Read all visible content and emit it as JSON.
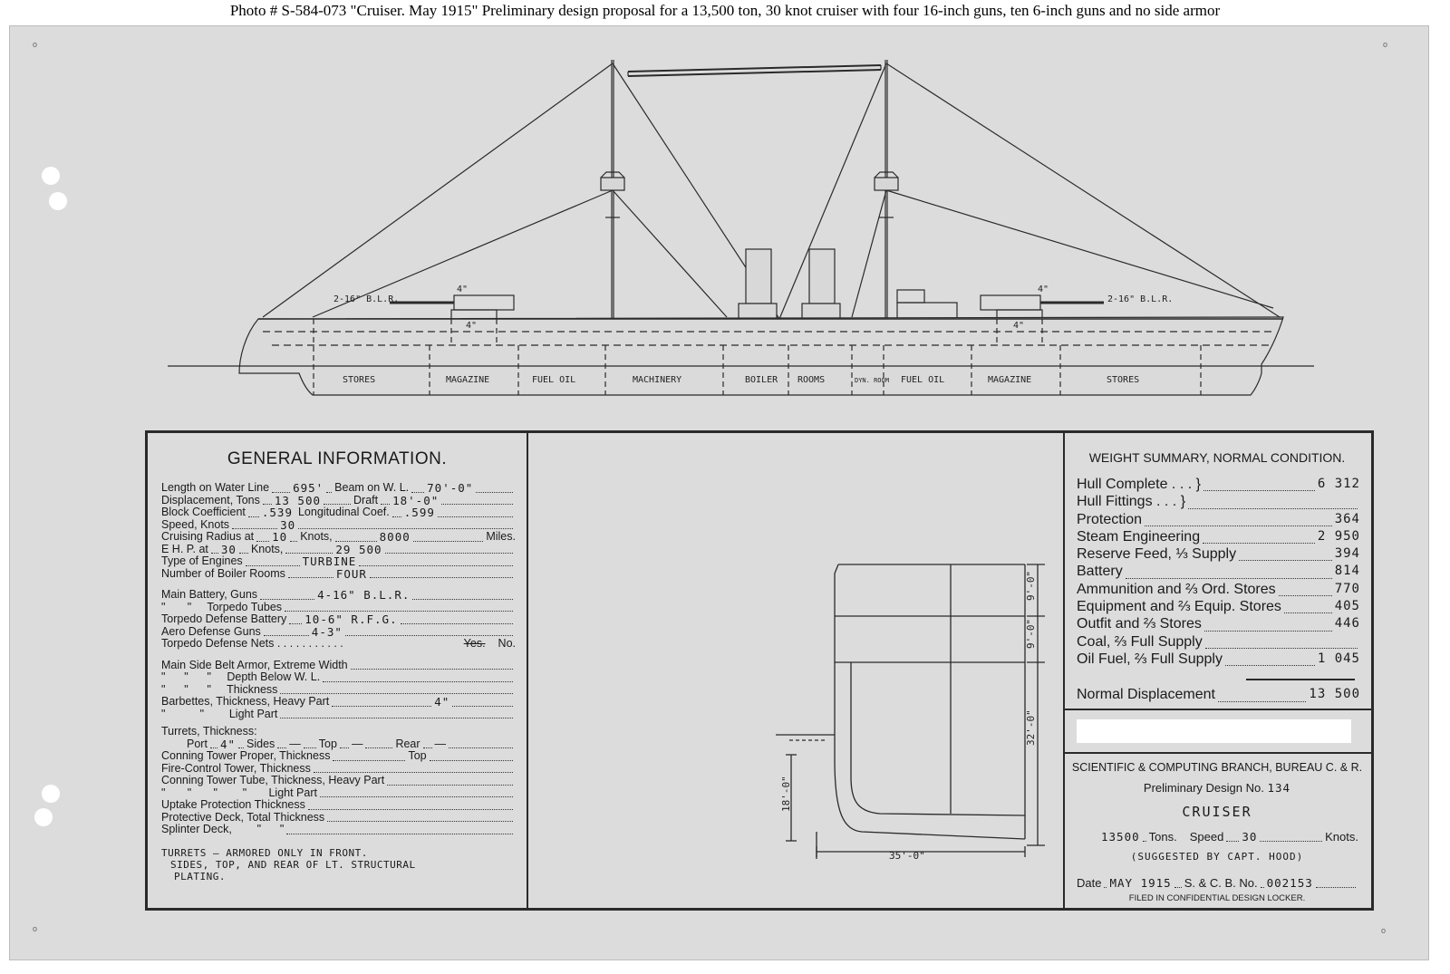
{
  "caption": "Photo #  S-584-073    \"Cruiser.  May 1915\"   Preliminary design proposal for a 13,500 ton, 30 knot cruiser with four 16-inch guns, ten 6-inch guns and no side armor",
  "profile": {
    "gun_label_fwd": "2-16\" B.L.R.",
    "gun_label_aft": "2-16\" B.L.R.",
    "armor_fwd": "4\"",
    "armor_aft": "4\"",
    "turret_fwd": "4\"",
    "turret_aft": "4\"",
    "compartments": [
      "STORES",
      "MAGAZINE",
      "FUEL OIL",
      "MACHINERY",
      "BOILER",
      "ROOMS",
      "DYN. ROOM",
      "FUEL OIL",
      "MAGAZINE",
      "STORES"
    ]
  },
  "general": {
    "title": "GENERAL INFORMATION.",
    "length_label": "Length on Water Line",
    "length": "695'",
    "beam_label": "Beam on W. L.",
    "beam": "70'-0\"",
    "displacement_label": "Displacement, Tons",
    "displacement": "13 500",
    "draft_label": "Draft",
    "draft": "18'-0\"",
    "block_label": "Block Coefficient",
    "block": ".539",
    "longit_label": "Longitudinal Coef.",
    "longit": ".599",
    "speed_label": "Speed, Knots",
    "speed": "30",
    "cruising_label": "Cruising Radius at",
    "cruising_knots": "10",
    "knots_word": "Knots,",
    "cruising_miles": "8000",
    "miles_word": "Miles.",
    "ehp_label": "E H. P. at",
    "ehp_knots": "30",
    "ehp_knots_word": "Knots,",
    "ehp": "29 500",
    "engines_label": "Type of Engines",
    "engines": "TURBINE",
    "boilers_label": "Number of Boiler Rooms",
    "boilers": "FOUR",
    "main_label": "Main Battery, Guns",
    "main": "4-16\" B.L.R.",
    "torpedo_tubes_label": "\"       \"     Torpedo Tubes",
    "tdb_label": "Torpedo Defense Battery",
    "tdb": "10-6\" R.F.G.",
    "aero_label": "Aero Defense Guns",
    "aero": "4-3\"",
    "nets_label": "Torpedo Defense Nets . . . . . . . . . . .",
    "nets": "Yes.",
    "nets_unit": "No.",
    "belt1_label": "Main Side Belt Armor, Extreme Width",
    "belt2_label": "\"      \"      \"     Depth Below W. L.",
    "belt3_label": "\"      \"      \"     Thickness",
    "barb1_label": "Barbettes, Thickness, Heavy Part",
    "barb1": "4\"",
    "barb2_label": "\"           \"        Light Part",
    "turrets_label": "Turrets, Thickness:",
    "port_label": "Port",
    "port": "4\"",
    "sides_label": "Sides",
    "sides": "—",
    "top_label": "Top",
    "top": "—",
    "rear_label": "Rear",
    "rear": "—",
    "ct_label": "Conning Tower Proper, Thickness",
    "ct_top_label": "Top",
    "fct_label": "Fire-Control Tower, Thickness",
    "ctt1_label": "Conning Tower Tube, Thickness, Heavy Part",
    "ctt2_label": "\"       \"       \"        \"       Light Part",
    "uptake_label": "Uptake Protection Thickness",
    "pdeck_label": "Protective Deck, Total Thickness",
    "splinter_label": "Splinter Deck,        \"      \"",
    "note1": "TURRETS — ARMORED ONLY IN FRONT.",
    "note2": "SIDES, TOP, AND REAR OF LT. STRUCTURAL",
    "note3": "PLATING."
  },
  "section": {
    "dim_top": "9'-0\"",
    "dim_mid": "9'-0\"",
    "dim_depth": "32'-0\"",
    "dim_draft": "18'-0\"",
    "dim_half_beam": "35'-0\""
  },
  "weights": {
    "title": "WEIGHT SUMMARY, NORMAL CONDITION.",
    "items": [
      {
        "label": "Hull Complete  .  .  .  }",
        "value": "6 312"
      },
      {
        "label": "Hull Fittings  .  .  .  }",
        "value": ""
      },
      {
        "label": "Protection",
        "value": "364"
      },
      {
        "label": "Steam Engineering",
        "value": "2 950"
      },
      {
        "label": "Reserve Feed, ⅓ Supply",
        "value": "394"
      },
      {
        "label": "Battery",
        "value": "814"
      },
      {
        "label": "Ammunition and ⅔ Ord. Stores",
        "value": "770"
      },
      {
        "label": "Equipment and ⅔ Equip. Stores",
        "value": "405"
      },
      {
        "label": "Outfit and ⅔ Stores",
        "value": "446"
      },
      {
        "label": "Coal, ⅔ Full Supply",
        "value": ""
      },
      {
        "label": "Oil Fuel, ⅔ Full Supply",
        "value": "1 045"
      }
    ],
    "normal_label": "Normal Displacement",
    "normal_value": "13 500",
    "branch": "SCIENTIFIC & COMPUTING BRANCH, BUREAU C. & R.",
    "design_label": "Preliminary Design No.",
    "design_no": "134",
    "type": "CRUISER",
    "tons": "13500",
    "tons_label": "Tons.",
    "speed_label": "Speed",
    "speed": "30",
    "knots_label": "Knots.",
    "suggested": "(SUGGESTED BY CAPT. HOOD)",
    "date_label": "Date",
    "date": "MAY 1915",
    "scb_label": "S. & C. B. No.",
    "scb_no": "002153",
    "filed": "FILED IN CONFIDENTIAL DESIGN LOCKER."
  }
}
